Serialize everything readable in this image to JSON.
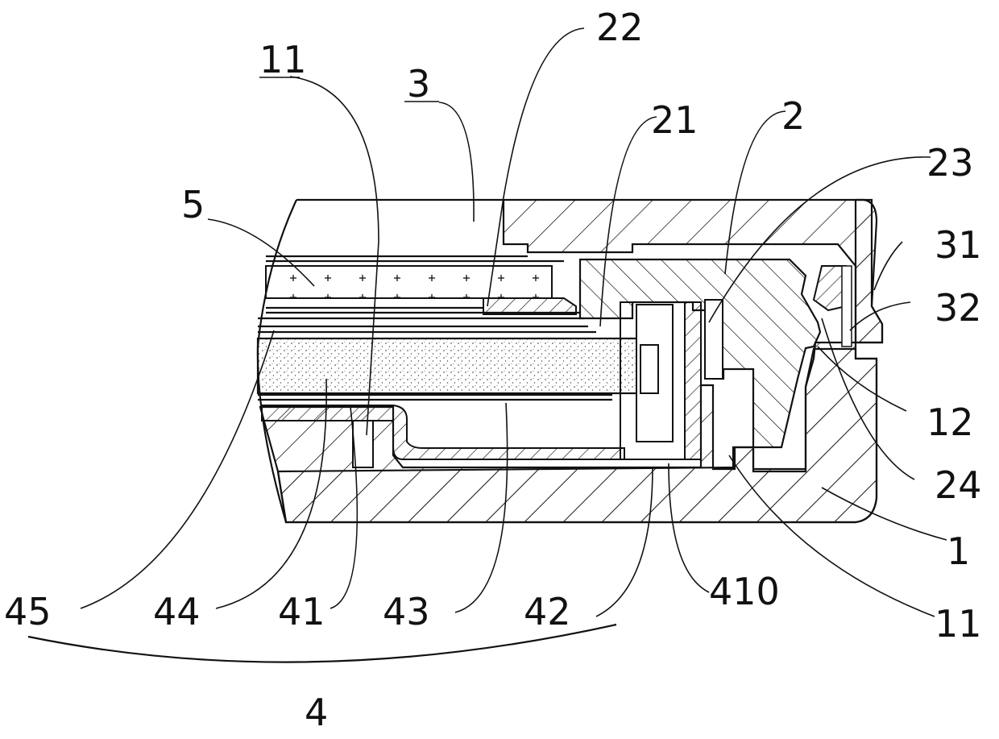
{
  "labels": {
    "l11_top": "11",
    "l3": "3",
    "l22": "22",
    "l21": "21",
    "l2": "2",
    "l23": "23",
    "l5": "5",
    "l31": "31",
    "l32": "32",
    "l12": "12",
    "l24": "24",
    "l1": "1",
    "l45": "45",
    "l44": "44",
    "l41": "41",
    "l43": "43",
    "l42": "42",
    "l410": "410",
    "l11_bottom": "11",
    "l4": "4"
  }
}
